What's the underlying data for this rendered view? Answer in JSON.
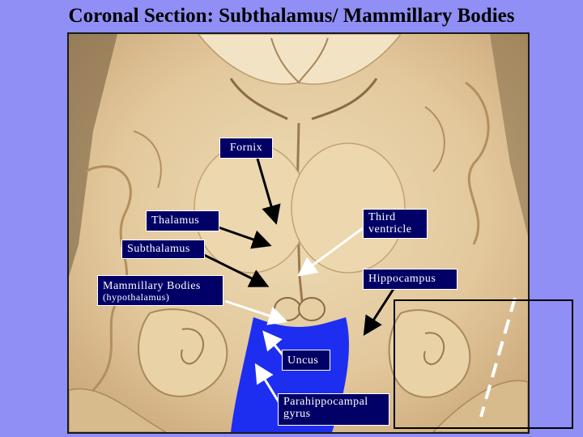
{
  "title": "Coronal Section: Subthalamus/ Mammillary Bodies",
  "labels": {
    "fornix": "Fornix",
    "thalamus": "Thalamus",
    "third_ventricle_line1": "Third",
    "third_ventricle_line2": "ventricle",
    "subthalamus": "Subthalamus",
    "hippocampus": "Hippocampus",
    "mammillary": "Mammillary Bodies",
    "hypothalamus": "(hypothalamus)",
    "uncus": "Uncus",
    "parahippocampal_line1": "Parahippocampal",
    "parahippocampal_line2": "gyrus"
  },
  "colors": {
    "background": "#8f8ff5",
    "label_fill": "#000066",
    "tissue": "#e6cfa6",
    "highlight_blue": "#1e2ef0"
  }
}
